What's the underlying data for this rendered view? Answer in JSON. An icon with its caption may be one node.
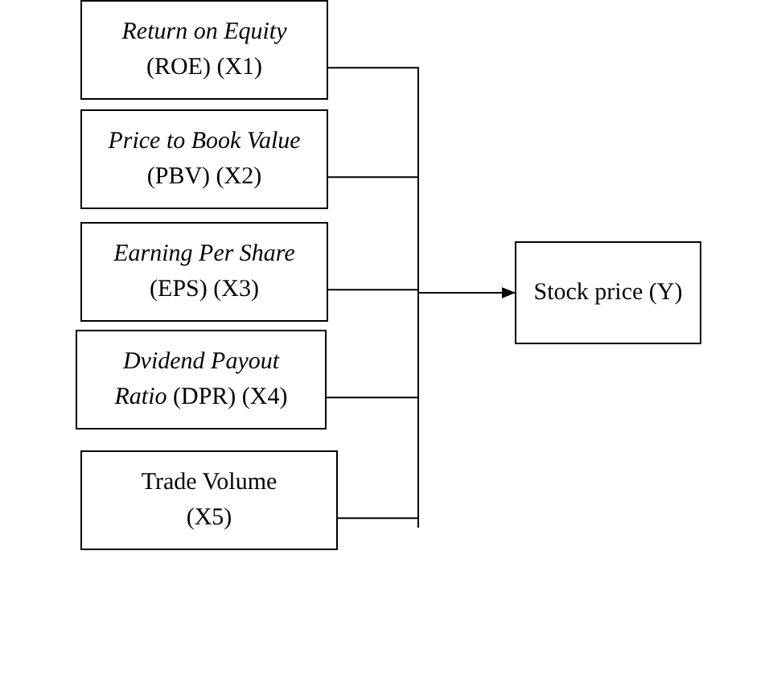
{
  "diagram": {
    "nodes": [
      {
        "text": [
          "*Return on Equity* (ROE) (X1)"
        ]
      },
      {
        "text": [
          "*Price to Book Value* (PBV) (X2)"
        ]
      },
      {
        "text": [
          "*Earning Per Share* (EPS) (X3)"
        ]
      },
      {
        "text": [
          "*Dvidend Payout Ratio* (DPR) (X4)"
        ]
      },
      {
        "text": [
          "Trade Volume (X5)"
        ]
      },
      {
        "text": [
          "Stock price (Y)"
        ]
      }
    ],
    "edges": [
      {
        "from": 0,
        "to": 5,
        "arrow": "to"
      },
      {
        "from": 1,
        "to": 5,
        "arrow": "to"
      },
      {
        "from": 2,
        "to": 5,
        "arrow": "to"
      },
      {
        "from": 3,
        "to": 5,
        "arrow": "to"
      },
      {
        "from": 4,
        "to": 5,
        "arrow": "to"
      }
    ]
  }
}
